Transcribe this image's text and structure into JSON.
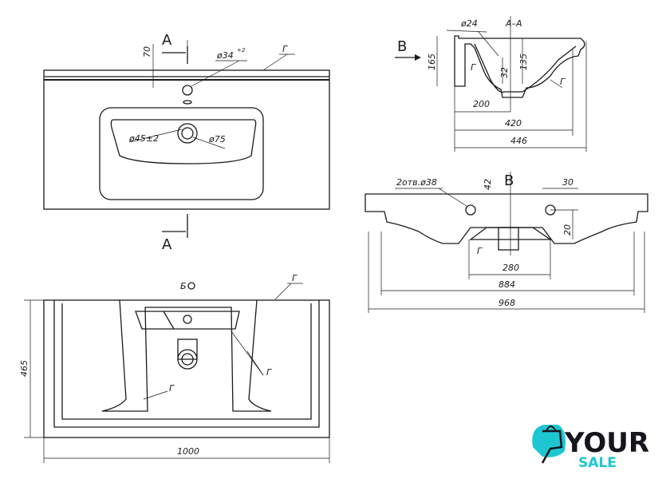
{
  "plan_view": {
    "section_mark_top": "A",
    "section_mark_bottom": "A",
    "dim_70": "70",
    "overflow_dia": "ø34",
    "overflow_tol": "+2",
    "drain_dia": "ø45±2",
    "drain_outer": "ø75",
    "glaze_mark": "Г"
  },
  "section_view": {
    "title": "А–А",
    "view_arrow": "В",
    "dia_24": "ø24",
    "dim_165": "165",
    "dim_135": "135",
    "dim_32": "32",
    "dim_200": "200",
    "dim_420": "420",
    "dim_446": "446",
    "glaze_left": "Г",
    "glaze_right": "Г"
  },
  "front_view": {
    "view_label": "В",
    "holes": "2отв.ø38",
    "dim_42": "42",
    "dim_30": "30",
    "dim_20": "20",
    "dim_280": "280",
    "dim_884": "884",
    "dim_968": "968",
    "glaze": "Г"
  },
  "bottom_view": {
    "view_label": "Б",
    "glaze_top": "Г",
    "glaze_right": "Г",
    "glaze_bottom": "Г",
    "dim_465": "465",
    "dim_1000": "1000"
  },
  "logo": {
    "word1": "YOUR",
    "word2": "SALE",
    "accent_color": "#1ec6d2"
  }
}
